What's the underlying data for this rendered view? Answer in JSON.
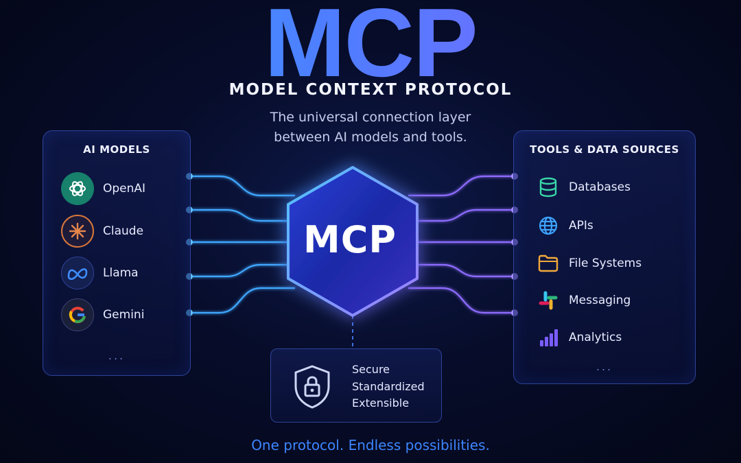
{
  "title": "MCP",
  "subtitle": "MODEL CONTEXT PROTOCOL",
  "tagline_line1": "The universal connection layer",
  "tagline_line2": "between AI models and tools.",
  "left_panel": {
    "title": "AI MODELS",
    "items": [
      {
        "label": "OpenAI",
        "icon": "openai-logo-icon"
      },
      {
        "label": "Claude",
        "icon": "claude-logo-icon"
      },
      {
        "label": "Llama",
        "icon": "meta-llama-logo-icon"
      },
      {
        "label": "Gemini",
        "icon": "google-gemini-logo-icon"
      }
    ],
    "more": "..."
  },
  "right_panel": {
    "title": "TOOLS & DATA SOURCES",
    "items": [
      {
        "label": "Databases",
        "icon": "database-icon"
      },
      {
        "label": "APIs",
        "icon": "globe-icon"
      },
      {
        "label": "File Systems",
        "icon": "folder-icon"
      },
      {
        "label": "Messaging",
        "icon": "slack-logo-icon"
      },
      {
        "label": "Analytics",
        "icon": "bar-chart-icon"
      }
    ],
    "more": "..."
  },
  "hub_label": "MCP",
  "features": {
    "icon": "shield-lock-icon",
    "items": [
      "Secure",
      "Standardized",
      "Extensible"
    ]
  },
  "footer": "One protocol. Endless possibilities.",
  "colors": {
    "background": "#070c2a",
    "accent_blue": "#32a6ff",
    "accent_purple": "#8a63ff",
    "footer_blue": "#3d86ff"
  }
}
